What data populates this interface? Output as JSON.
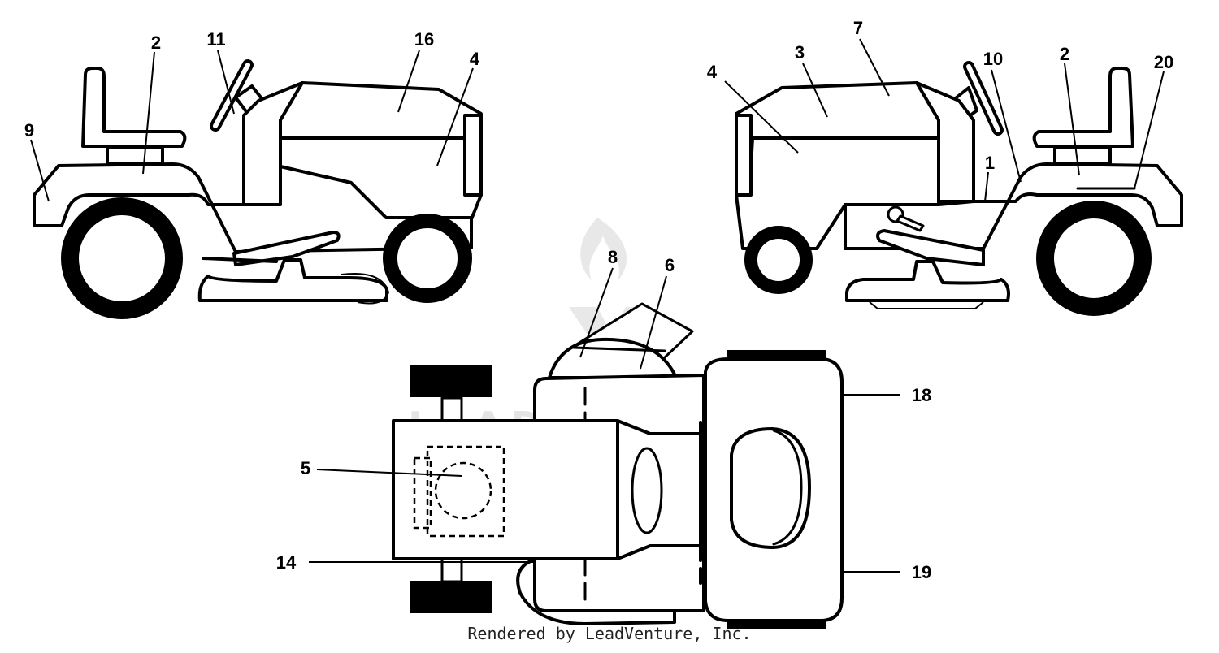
{
  "callouts": {
    "c1": "1",
    "c2a": "2",
    "c2b": "2",
    "c3": "3",
    "c4a": "4",
    "c4b": "4",
    "c5": "5",
    "c6": "6",
    "c7": "7",
    "c8": "8",
    "c9": "9",
    "c10": "10",
    "c11": "11",
    "c14": "14",
    "c16": "16",
    "c18": "18",
    "c19": "19",
    "c20": "20"
  },
  "watermark": "LEADVENTURE",
  "credit": "Rendered by LeadVenture, Inc."
}
